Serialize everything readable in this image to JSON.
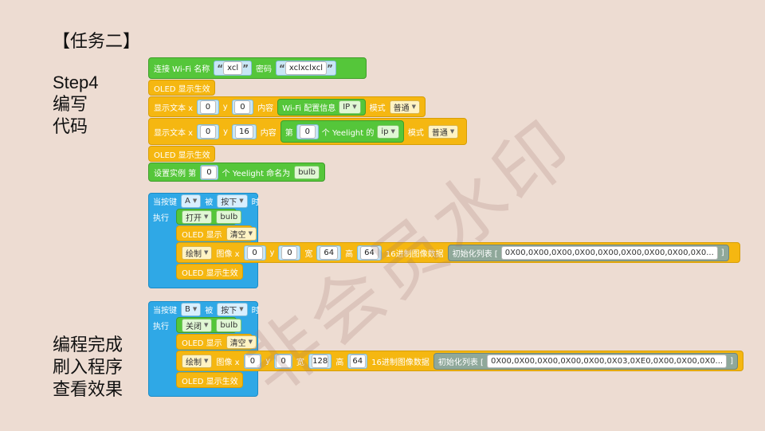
{
  "slide": {
    "title": "【任务二】",
    "step_lines": [
      "Step4",
      "编写",
      "代码"
    ],
    "done_lines": [
      "编程完成",
      "刷入程序",
      "查看效果"
    ],
    "watermark": "非会员水印"
  },
  "colors": {
    "green": "#55c63a",
    "orange": "#f5b711",
    "blue": "#2fa8e6",
    "background": "#eddcd2"
  },
  "block1": {
    "wifi": {
      "label": "连接 Wi-Fi 名称",
      "ssid": "xcl",
      "pw_label": "密码",
      "pw": "xclxclxcl"
    },
    "oled_show": "OLED 显示生效",
    "text1": {
      "label": "显示文本 x",
      "x": "0",
      "y_label": "y",
      "y": "0",
      "content_label": "内容",
      "info_label": "Wi-Fi 配置信息",
      "info_opt": "IP",
      "mode_label": "模式",
      "mode": "普通"
    },
    "text2": {
      "label": "显示文本 x",
      "x": "0",
      "y_label": "y",
      "y": "16",
      "content_label": "内容",
      "nth_label": "第",
      "nth": "0",
      "yeelight_label": "个 Yeelight 的",
      "prop": "ip",
      "mode_label": "模式",
      "mode": "普通"
    },
    "oled_show2": "OLED 显示生效",
    "set_instance": {
      "label": "设置实例 第",
      "n": "0",
      "name_label": "个 Yeelight 命名为",
      "name": "bulb"
    }
  },
  "block2": {
    "when_label": "当按键",
    "key": "A",
    "by_label": "被",
    "event": "按下",
    "then_label": "时",
    "exec_label": "执行",
    "action": "打开",
    "target": "bulb",
    "oled_label": "OLED 显示",
    "oled_opt": "清空",
    "draw": {
      "op": "绘制",
      "image_label": "图像 x",
      "x": "0",
      "y_label": "y",
      "y": "0",
      "w_label": "宽",
      "w": "64",
      "h_label": "高",
      "h": "64",
      "data_label": "16进制图像数据",
      "init_label": "初始化列表 [",
      "list": "0X00,0X00,0X00,0X00,0X00,0X00,0X00,0X00,0X0...",
      "close": "]"
    },
    "oled_show": "OLED 显示生效"
  },
  "block3": {
    "when_label": "当按键",
    "key": "B",
    "by_label": "被",
    "event": "按下",
    "then_label": "时",
    "exec_label": "执行",
    "action": "关闭",
    "target": "bulb",
    "oled_label": "OLED 显示",
    "oled_opt": "清空",
    "draw": {
      "op": "绘制",
      "image_label": "图像 x",
      "x": "0",
      "y_label": "y",
      "y": "0",
      "w_label": "宽",
      "w": "128",
      "h_label": "高",
      "h": "64",
      "data_label": "16进制图像数据",
      "init_label": "初始化列表 [",
      "list": "0X00,0X00,0X00,0X00,0X00,0X03,0XE0,0X00,0X00,0X0...",
      "close": "]"
    },
    "oled_show": "OLED 显示生效"
  }
}
